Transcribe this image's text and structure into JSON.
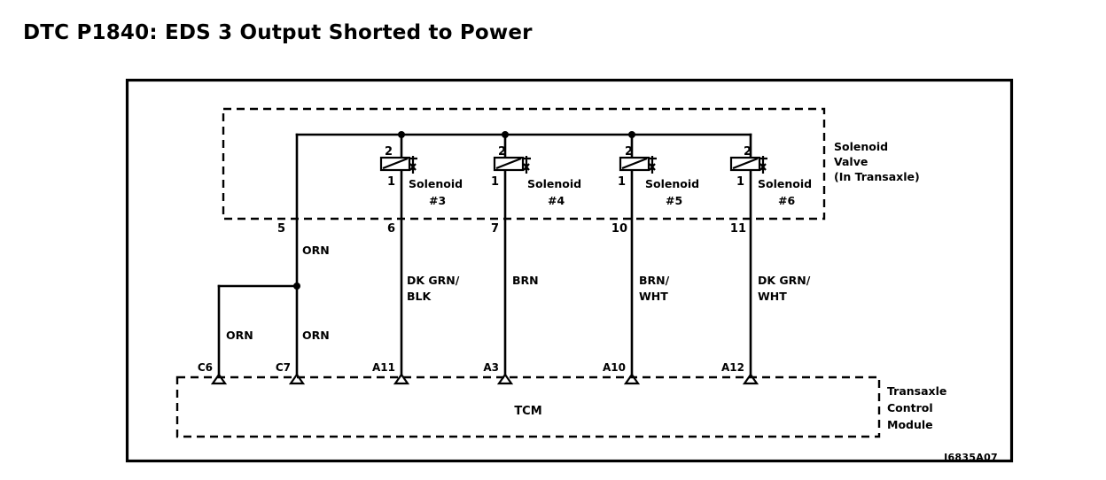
{
  "title": "DTC P1840: EDS 3 Output Shorted to Power",
  "figure_code": "J6835A07",
  "groups": {
    "solenoid_valve": {
      "label_line1": "Solenoid",
      "label_line2": "Valve",
      "label_line3": "(In Transaxle)"
    },
    "tcm": {
      "label": "TCM",
      "side_line1": "Transaxle",
      "side_line2": "Control",
      "side_line3": "Module"
    }
  },
  "solenoids": [
    {
      "name_line1": "Solenoid",
      "name_line2": "#3",
      "terminal_top": "2",
      "terminal_bottom": "1",
      "valve_pin": "6",
      "tcm_pin": "A11",
      "wire_color_line1": "DK GRN/",
      "wire_color_line2": "BLK"
    },
    {
      "name_line1": "Solenoid",
      "name_line2": "#4",
      "terminal_top": "2",
      "terminal_bottom": "1",
      "valve_pin": "7",
      "tcm_pin": "A3",
      "wire_color_line1": "BRN",
      "wire_color_line2": ""
    },
    {
      "name_line1": "Solenoid",
      "name_line2": "#5",
      "terminal_top": "2",
      "terminal_bottom": "1",
      "valve_pin": "10",
      "tcm_pin": "A10",
      "wire_color_line1": "BRN/",
      "wire_color_line2": "WHT"
    },
    {
      "name_line1": "Solenoid",
      "name_line2": "#6",
      "terminal_top": "2",
      "terminal_bottom": "1",
      "valve_pin": "11",
      "tcm_pin": "A12",
      "wire_color_line1": "DK GRN/",
      "wire_color_line2": "WHT"
    }
  ],
  "feed": {
    "valve_pin": "5",
    "tcm_pin_main": "C7",
    "tcm_pin_branch": "C6",
    "wire_color_upper": "ORN",
    "wire_color_main": "ORN",
    "wire_color_branch": "ORN"
  }
}
